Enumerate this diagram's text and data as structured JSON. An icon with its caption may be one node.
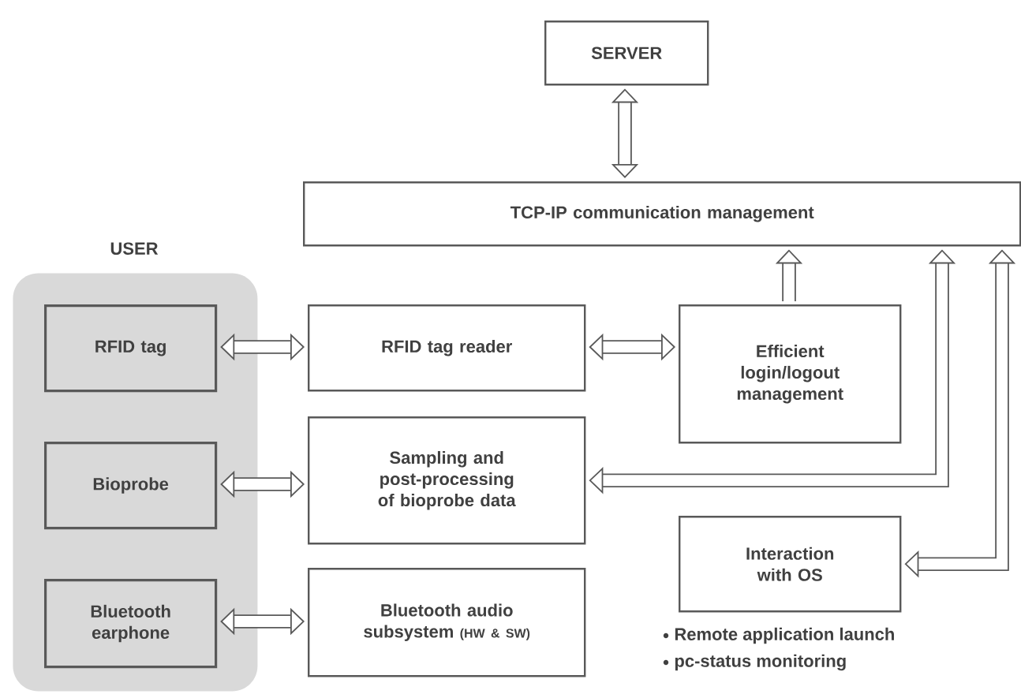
{
  "diagram": {
    "nodes": [
      {
        "text": [
          "SERVER"
        ]
      },
      {
        "text": [
          "TCP-IP communication management"
        ]
      },
      {
        "text": [
          "USER"
        ]
      },
      {
        "text": [
          "RFID tag"
        ],
        "in": 2
      },
      {
        "text": [
          "Bioprobe"
        ],
        "in": 2
      },
      {
        "text": [
          "Bluetooth earphone"
        ],
        "in": 2
      },
      {
        "text": [
          "RFID tag reader"
        ]
      },
      {
        "text": [
          "Efficient login/logout management"
        ]
      },
      {
        "text": [
          "Sampling and post-processing of bioprobe data"
        ]
      },
      {
        "text": [
          "Interaction with OS"
        ],
        "beside": [
          "Remote application launch",
          "pc-status monitoring"
        ]
      },
      {
        "text": [
          "Bluetooth audio subsystem",
          "(HW & SW)"
        ]
      }
    ],
    "edges": [
      {
        "from": 0,
        "to": 1,
        "arrow": "both"
      },
      {
        "from": 3,
        "to": 6,
        "arrow": "both"
      },
      {
        "from": 4,
        "to": 8,
        "arrow": "both"
      },
      {
        "from": 5,
        "to": 10,
        "arrow": "both"
      },
      {
        "from": 6,
        "to": 7,
        "arrow": "both"
      },
      {
        "from": 7,
        "to": 1,
        "arrow": "to"
      },
      {
        "from": 1,
        "to": 8,
        "arrow": "both"
      },
      {
        "from": 1,
        "to": 9,
        "arrow": "both"
      }
    ]
  }
}
